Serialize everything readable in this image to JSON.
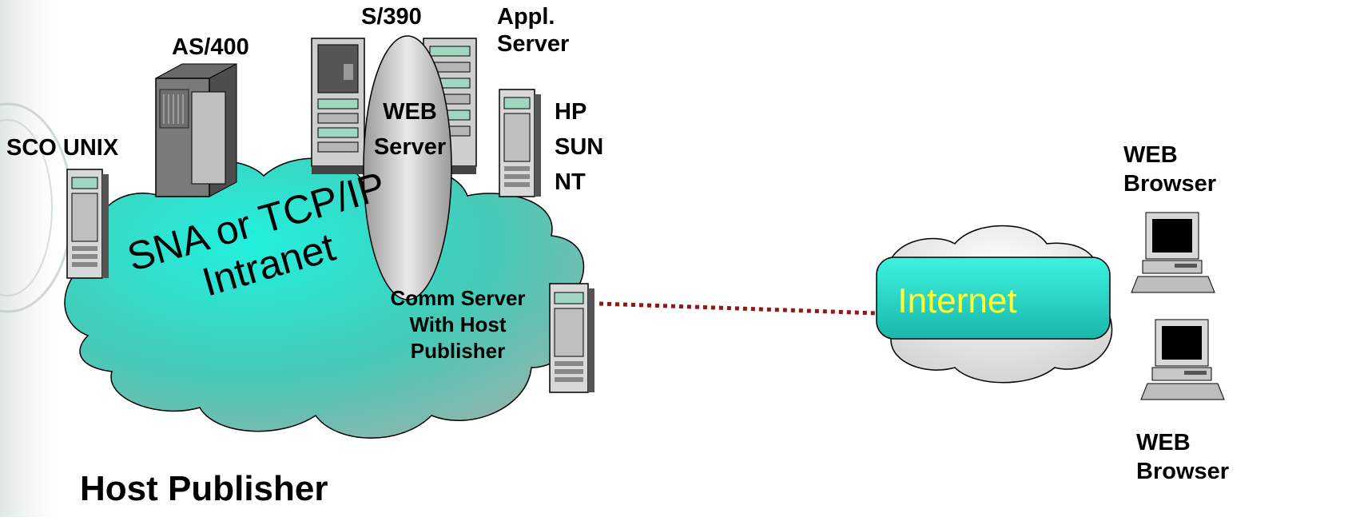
{
  "title": "Host Publisher",
  "labels": {
    "sco_unix": "SCO UNIX",
    "as400": "AS/400",
    "s390": "S/390",
    "appl_server_1": "Appl.",
    "appl_server_2": "Server",
    "web_server_1": "WEB",
    "web_server_2": "Server",
    "hp": "HP",
    "sun": "SUN",
    "nt": "NT",
    "comm_server_1": "Comm Server",
    "comm_server_2": "With Host",
    "comm_server_3": "Publisher",
    "browser1_1": "WEB",
    "browser1_2": "Browser",
    "browser2_1": "WEB",
    "browser2_2": "Browser"
  },
  "intranet": {
    "line1": "SNA or TCP/IP",
    "line2": "Intranet"
  },
  "internet": {
    "label": "Internet"
  },
  "colors": {
    "intranet_cloud": "#44d7c3",
    "internet_box": "#2ee0d0",
    "internet_text": "#ffff33",
    "link": "#8b1a1a",
    "web_server_oval": "#c8c8c8"
  }
}
